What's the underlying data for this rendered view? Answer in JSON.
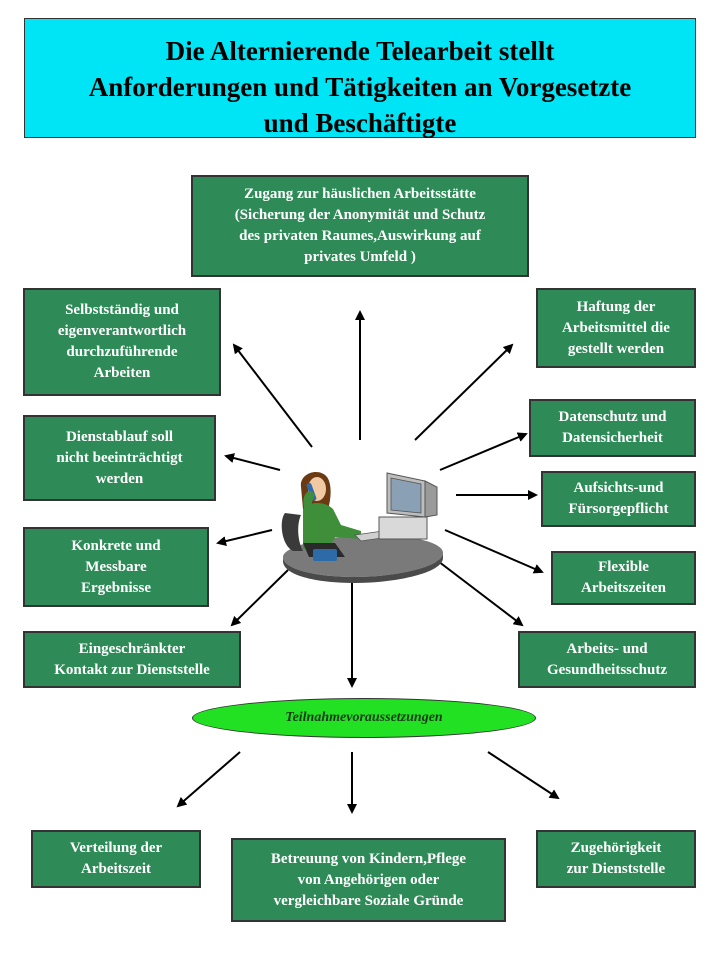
{
  "title": {
    "lines": [
      "Die Alternierende Telearbeit stellt",
      "Anforderungen und  Tätigkeiten an Vorgesetzte",
      "und Beschäftigte"
    ]
  },
  "boxes": {
    "zugang": [
      "Zugang zur häuslichen Arbeitsstätte",
      "(Sicherung der Anonymität und Schutz",
      "des privaten Raumes,Auswirkung auf",
      "privates Umfeld )"
    ],
    "selbststaendig": [
      "Selbstständig und",
      "eigenverantwortlich",
      "durchzuführende",
      "Arbeiten"
    ],
    "haftung": [
      "Haftung der",
      "Arbeitsmittel die",
      "gestellt werden"
    ],
    "dienstablauf": [
      "Dienstablauf soll",
      "nicht beeinträchtigt",
      "werden"
    ],
    "datenschutz": [
      "Datenschutz und",
      "Datensicherheit"
    ],
    "aufsicht": [
      "Aufsichts-und",
      "Fürsorgepflicht"
    ],
    "ergebnisse": [
      "Konkrete und",
      "Messbare",
      "Ergebnisse"
    ],
    "flexible": [
      "Flexible",
      "Arbeitszeiten"
    ],
    "kontakt": [
      "Eingeschränkter",
      "Kontakt zur Dienststelle"
    ],
    "gesundheit": [
      "Arbeits- und",
      "Gesundheitsschutz"
    ],
    "verteilung": [
      "Verteilung der",
      "Arbeitszeit"
    ],
    "betreuung": [
      "Betreuung von Kindern,Pflege",
      "von Angehörigen oder",
      "vergleichbare Soziale Gründe"
    ],
    "zugehoerigkeit": [
      "Zugehörigkeit",
      "zur Dienststelle"
    ]
  },
  "ellipse": {
    "label": "Teilnahmevoraussetzungen"
  },
  "colors": {
    "title_bg": "#00e5f5",
    "box_bg": "#2e8b57",
    "ellipse_bg": "#22e022",
    "arrow": "#000000"
  },
  "icons": {
    "center": "telephone-worker-at-computer-icon"
  }
}
